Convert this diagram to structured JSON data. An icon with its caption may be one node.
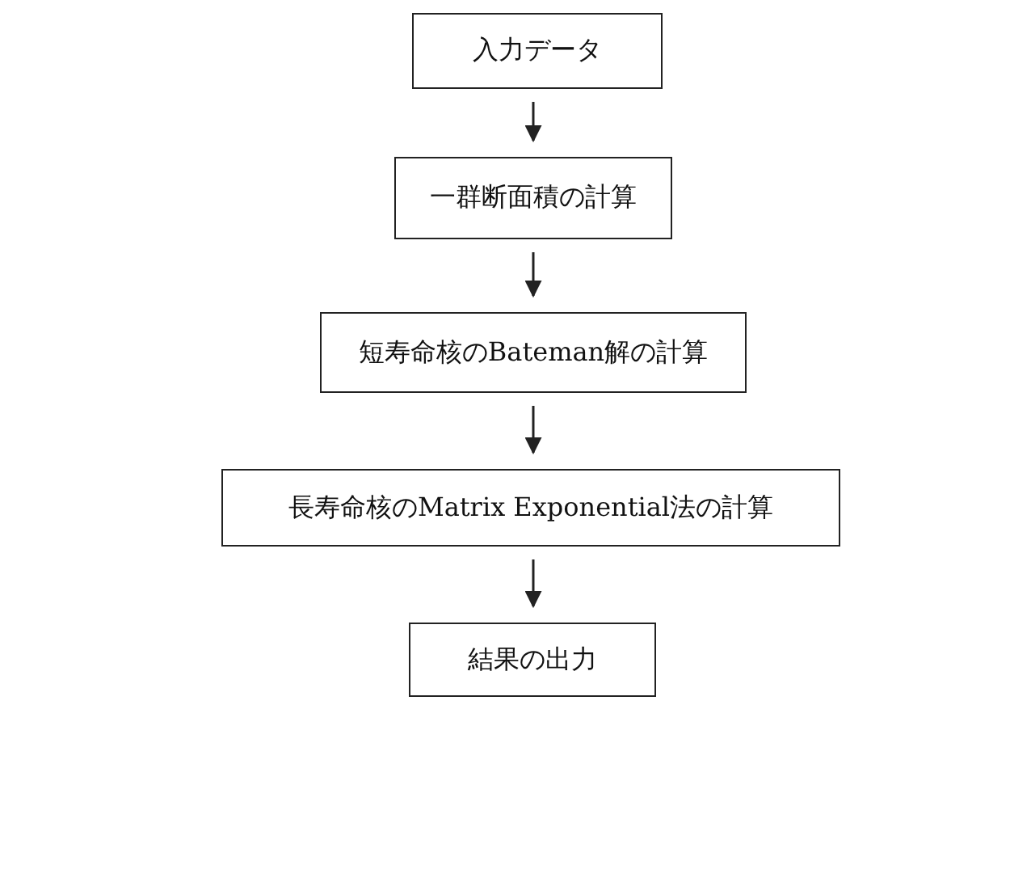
{
  "diagram": {
    "nodes": [
      {
        "text": [
          "入力データ"
        ]
      },
      {
        "text": [
          "一群断面積の計算"
        ]
      },
      {
        "text": [
          "短寿命核のBateman解の計算"
        ]
      },
      {
        "text": [
          "長寿命核のMatrix Exponential法の計算"
        ]
      },
      {
        "text": [
          "結果の出力"
        ]
      }
    ],
    "edges": [
      {
        "from": 0,
        "to": 1,
        "arrow": "to"
      },
      {
        "from": 1,
        "to": 2,
        "arrow": "to"
      },
      {
        "from": 2,
        "to": 3,
        "arrow": "to"
      },
      {
        "from": 3,
        "to": 4,
        "arrow": "to"
      }
    ]
  }
}
